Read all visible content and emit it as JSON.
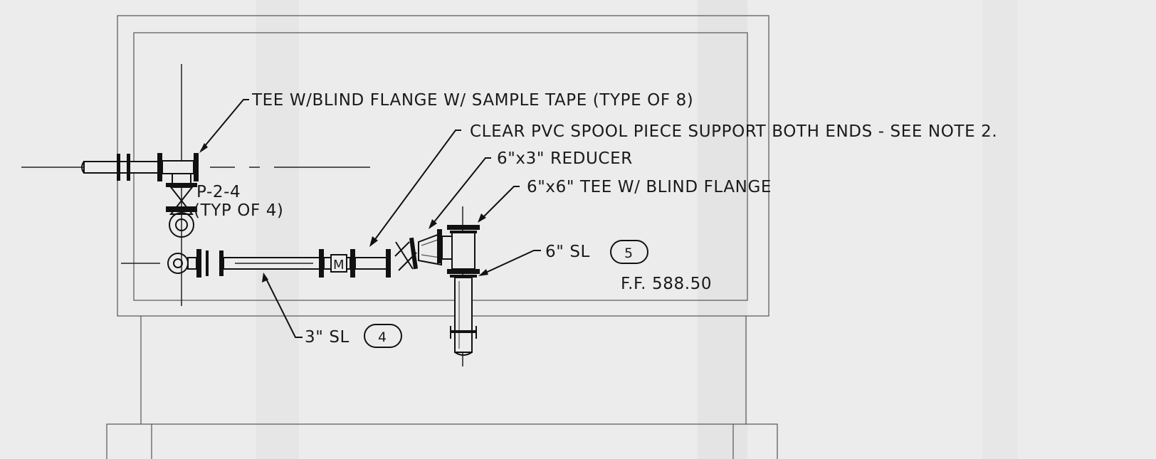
{
  "labels": {
    "tee_blind_flange": "TEE W/BLIND FLANGE W/ SAMPLE TAPE (TYPE OF 8)",
    "clear_pvc_spool": "CLEAR PVC SPOOL PIECE SUPPORT BOTH ENDS - SEE NOTE 2.",
    "reducer": "6\"x3\" REDUCER",
    "tee_6x6": "6\"x6\" TEE W/ BLIND FLANGE",
    "valve_tag": "P-2-4",
    "valve_typ": "(TYP OF 4)",
    "sl6": "6\" SL",
    "sl6_bubble": "5",
    "finished_floor": "F.F. 588.50",
    "sl3": "3\" SL",
    "sl3_bubble": "4",
    "meter_mark": "M"
  },
  "colors": {
    "background": "#ececec",
    "linework": "#111111"
  },
  "icons": {
    "valve": "gate-valve-icon",
    "meter": "flow-meter-icon"
  }
}
